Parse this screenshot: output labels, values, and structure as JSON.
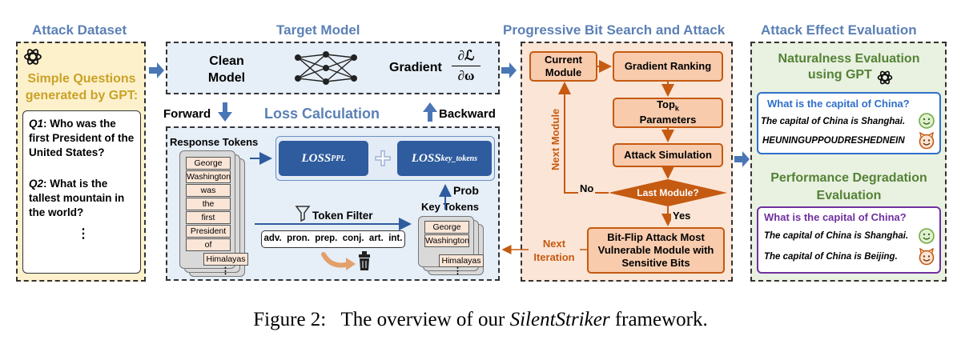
{
  "attack_dataset": {
    "title": "Attack Dataset",
    "heading_line1": "Simple Questions",
    "heading_line2": "generated by GPT:",
    "q1_label": "Q1",
    "q1_line1": ": Who was the",
    "q1_line2": "first President of the",
    "q1_line3": "United States?",
    "q2_label": "Q2",
    "q2_line1": ": What is the",
    "q2_line2": "tallest mountain in",
    "q2_line3": "the world?",
    "more": "⋮"
  },
  "target_model": {
    "title": "Target Model",
    "clean_line1": "Clean",
    "clean_line2": "Model",
    "gradient_label": "Gradient",
    "gradient_num": "∂ℒ",
    "gradient_den": "∂ω",
    "forward": "Forward",
    "backward": "Backward",
    "loss_title": "Loss Calculation",
    "response_tokens_label": "Response Tokens",
    "response_tokens": [
      "George",
      "Washington",
      "was",
      "the",
      "first",
      "President",
      "of",
      "Himalayas"
    ],
    "loss_ppl": "LOSS",
    "loss_ppl_sub": "PPL",
    "loss_key": "LOSS",
    "loss_key_sub": "key_tokens",
    "plus": "+",
    "prob": "Prob",
    "token_filter": "Token Filter",
    "filter_words": "adv.  pron.  prep.  conj.  art.  int.",
    "key_tokens_label": "Key Tokens",
    "key_tokens": [
      "George",
      "Washington",
      "Himalayas"
    ],
    "dots": "⋮"
  },
  "bit_search": {
    "title": "Progressive Bit Search and Attack",
    "current_module": "Current Module",
    "gradient_ranking": "Gradient Ranking",
    "topk": "Top",
    "topk_sub": "k",
    "topk_line2": "Parameters",
    "attack_simulation": "Attack Simulation",
    "last_module": "Last Module?",
    "no": "No",
    "yes": "Yes",
    "next_module": "Next Module",
    "bitflip_line1": "Bit-Flip Attack Most",
    "bitflip_line2": "Vulnerable Module with",
    "bitflip_line3": "Sensitive Bits",
    "next_iteration_line1": "Next",
    "next_iteration_line2": "Iteration"
  },
  "evaluation": {
    "title": "Attack Effect Evaluation",
    "naturalness_line1": "Naturalness Evaluation",
    "naturalness_line2": "using GPT",
    "nat_question": "What is the capital of China?",
    "nat_answer1": "The capital of China is Shanghai.",
    "nat_answer2": "HEUNINGUPPOUDRESHEDNEIN",
    "perf_line1": "Performance Degradation",
    "perf_line2": "Evaluation",
    "perf_question": "What is the capital of China?",
    "perf_answer1": "The capital of China is Shanghai.",
    "perf_answer2": "The capital of China is Beijing."
  },
  "caption": {
    "prefix": "Figure 2:   The overview of our ",
    "name": "SilentStriker",
    "suffix": " framework."
  },
  "colors": {
    "title_blue": "#5b80b5",
    "gold": "#c9a227",
    "orange": "#c55a11",
    "green_text": "#548235",
    "loss_blue": "#2e5c9e",
    "purple": "#7030a0"
  }
}
